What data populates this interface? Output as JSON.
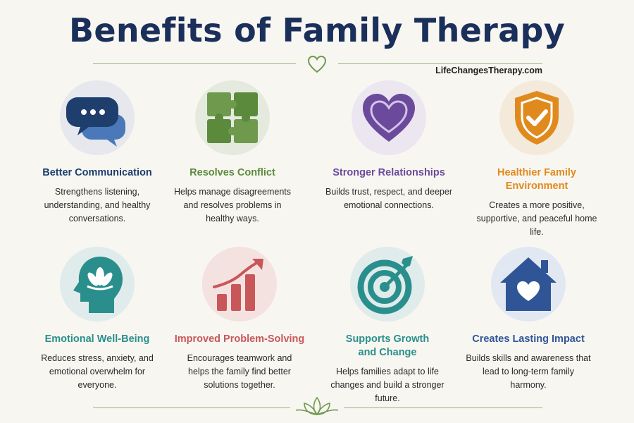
{
  "header": {
    "title": "Benefits of Family Therapy",
    "website": "LifeChangesTherapy.com"
  },
  "colors": {
    "navy": "#1b2f5b",
    "green": "#5b8a3c",
    "purple": "#6b4a9c",
    "orange": "#e08a1e",
    "teal": "#2a8f8c",
    "red": "#c8575a",
    "blue": "#2f5597"
  },
  "cards": [
    {
      "icon": "speech-bubbles-icon",
      "title": "Better Communication",
      "desc": "Strengthens listening, understanding, and healthy conversations.",
      "color": "#1b3d6e"
    },
    {
      "icon": "puzzle-icon",
      "title": "Resolves Conflict",
      "desc": "Helps manage disagreements and resolves problems in healthy ways.",
      "color": "#5b8a3c"
    },
    {
      "icon": "heart-icon",
      "title": "Stronger Relationships",
      "desc": "Builds trust, respect, and deeper emotional connections.",
      "color": "#6b4a9c"
    },
    {
      "icon": "shield-check-icon",
      "title": "Healthier Family Environment",
      "desc": "Creates a more positive, supportive, and peaceful home life.",
      "color": "#e08a1e"
    },
    {
      "icon": "head-lotus-icon",
      "title": "Emotional Well-Being",
      "desc": "Reduces stress, anxiety, and emotional overwhelm for everyone.",
      "color": "#2a8f8c"
    },
    {
      "icon": "growth-chart-icon",
      "title": "Improved Problem-Solving",
      "desc": "Encourages teamwork and helps the family find better solutions together.",
      "color": "#c8575a"
    },
    {
      "icon": "target-arrow-icon",
      "title": "Supports Growth and Change",
      "desc": "Helps families adapt to life changes and build a stronger future.",
      "color": "#2a8f8c"
    },
    {
      "icon": "house-heart-icon",
      "title": "Creates Lasting Impact",
      "desc": "Builds skills and awareness that lead to long-term family harmony.",
      "color": "#2f5597"
    }
  ]
}
